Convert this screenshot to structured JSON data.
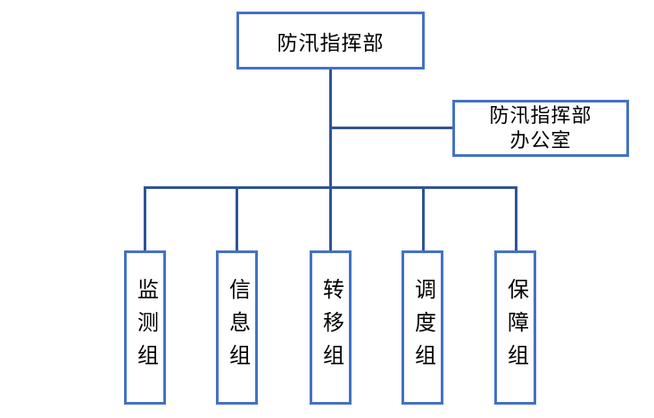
{
  "diagram": {
    "type": "org-chart",
    "title_box": {
      "label": "防汛指挥部"
    },
    "office_box": {
      "label": "防汛指挥部\n办公室"
    },
    "groups": [
      {
        "label": "监测组"
      },
      {
        "label": "信息组"
      },
      {
        "label": "转移组"
      },
      {
        "label": "调度组"
      },
      {
        "label": "保障组"
      }
    ],
    "colors": {
      "box_border": "#4472C4",
      "connector": "#2F5496",
      "text": "#000000",
      "background": "#FFFFFF"
    }
  }
}
